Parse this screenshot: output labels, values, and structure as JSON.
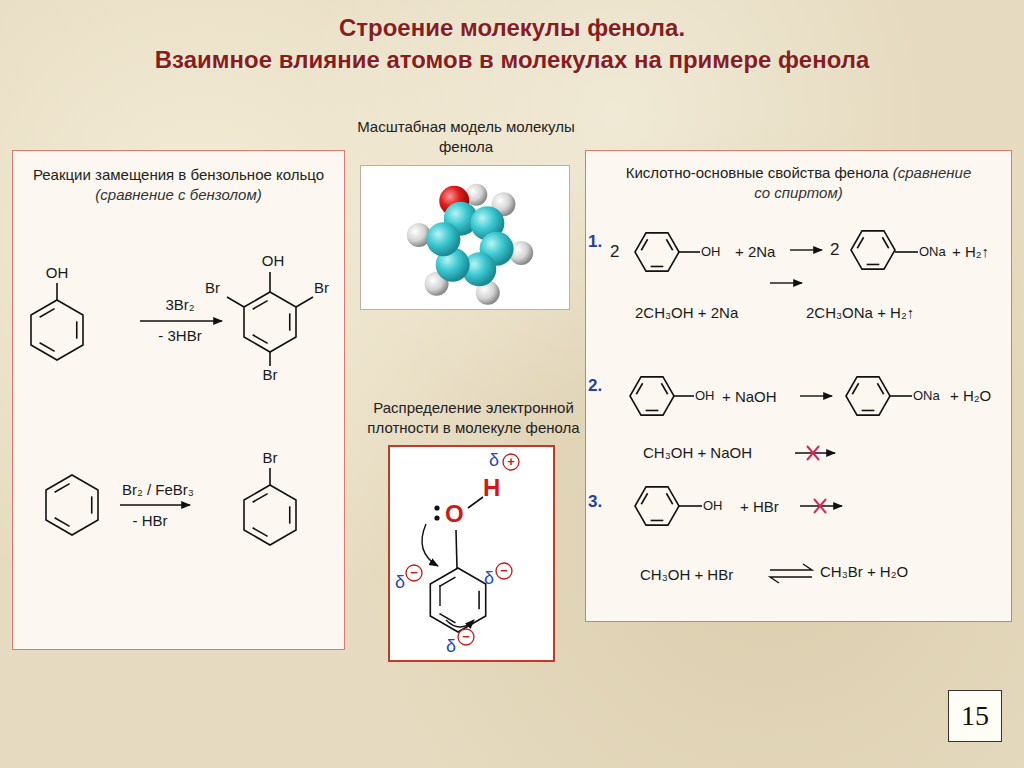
{
  "diagram": {
    "title": "Строение молекулы фенола.",
    "nodes": [
      {
        "text": [
          "Реакции замещения в бензольное кольцо",
          "(сравнение с бензолом)"
        ]
      },
      {
        "text": [
          "Масштабная модель молекулы фенола"
        ]
      },
      {
        "text": [
          "Распределение электронной плотности в молекуле фенола"
        ]
      },
      {
        "text": [
          "Кислотно-основные свойства фенола",
          "(сравнение со спиртом)"
        ]
      },
      {
        "text": [
          "15"
        ]
      }
    ],
    "labels": [
      "Взаимное влияние атомов в молекулах на примере фенола",
      "OH",
      "3Br₂",
      "- 3HBr",
      "OH",
      "Br",
      "Br",
      "Br",
      "Br₂ / FeBr₃",
      "- HBr",
      "Br",
      "1.",
      "2",
      "OH",
      "+ 2Na",
      "2",
      "ONa",
      "+ H₂↑",
      "2CH₃OH + 2Na",
      "2CH₃ONa + H₂↑",
      "2.",
      "OH",
      "+ NaOH",
      "ONa",
      "+ H₂O",
      "CH₃OH + NaOH",
      "3.",
      "OH",
      "+ HBr",
      "CH₃OH + HBr",
      "CH₃Br + H₂O",
      "δ",
      "+",
      "H",
      "O",
      "δ",
      "−",
      "δ",
      "−",
      "δ",
      "−"
    ]
  }
}
